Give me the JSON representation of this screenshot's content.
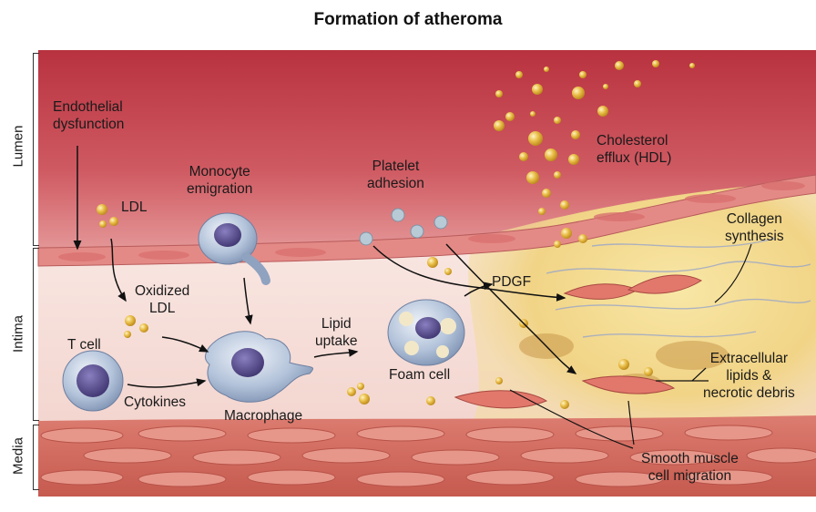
{
  "title": "Formation of atheroma",
  "regions": {
    "lumen": "Lumen",
    "intima": "Intima",
    "media": "Media"
  },
  "labels": {
    "endothelial_dysfunction": [
      "Endothelial",
      "dysfunction"
    ],
    "ldl": "LDL",
    "monocyte_emigration": [
      "Monocyte",
      "emigration"
    ],
    "platelet_adhesion": [
      "Platelet",
      "adhesion"
    ],
    "cholesterol_efflux": [
      "Cholesterol",
      "efflux (HDL)"
    ],
    "collagen_synthesis": [
      "Collagen",
      "synthesis"
    ],
    "oxidized_ldl": [
      "Oxidized",
      "LDL"
    ],
    "pdgf": "PDGF",
    "lipid_uptake": [
      "Lipid",
      "uptake"
    ],
    "t_cell": "T cell",
    "cytokines": "Cytokines",
    "macrophage": "Macrophage",
    "foam_cell": "Foam cell",
    "extracellular_lipids": [
      "Extracellular",
      "lipids &",
      "necrotic debris"
    ],
    "smooth_muscle": [
      "Smooth muscle",
      "cell migration"
    ]
  },
  "colors": {
    "lumen_top": "#c9444f",
    "lumen_bottom": "#e39a9a",
    "intima": "#f7e3dd",
    "plaque": "#f2d98a",
    "media": "#d46a5e",
    "cell_blue": "#aebfd6",
    "nucleus": "#5a4f8f",
    "lipid": "#e2b436"
  }
}
